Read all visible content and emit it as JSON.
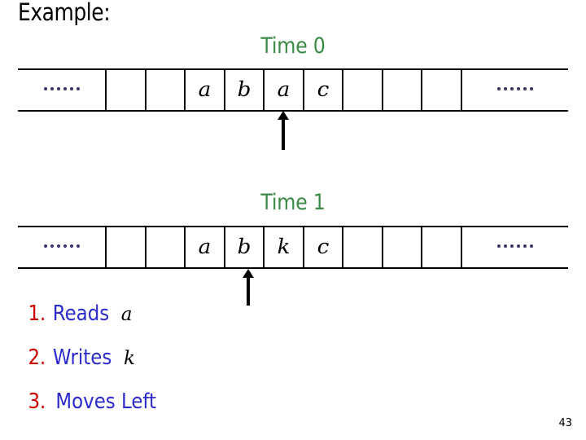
{
  "slide": {
    "title": "Example:",
    "page_number": "43",
    "colors": {
      "title": "#000000",
      "time_caption": "#3c8a47",
      "step_number": "#cc0000",
      "step_text": "#2b2bcc",
      "tape_border": "#000000",
      "ellipsis_dot": "#33336b",
      "symbol": "#000000"
    }
  },
  "tapes": [
    {
      "caption": "Time 0",
      "head_cell_index": 6,
      "cells": [
        {
          "type": "ellipsis",
          "symbol": "……"
        },
        {
          "type": "blank",
          "symbol": ""
        },
        {
          "type": "blank",
          "symbol": ""
        },
        {
          "type": "symbol",
          "symbol": "a"
        },
        {
          "type": "symbol",
          "symbol": "b"
        },
        {
          "type": "symbol",
          "symbol": "a"
        },
        {
          "type": "symbol",
          "symbol": "c"
        },
        {
          "type": "blank",
          "symbol": ""
        },
        {
          "type": "blank",
          "symbol": ""
        },
        {
          "type": "blank",
          "symbol": ""
        },
        {
          "type": "ellipsis",
          "symbol": "……"
        }
      ]
    },
    {
      "caption": "Time 1",
      "head_cell_index": 5,
      "cells": [
        {
          "type": "ellipsis",
          "symbol": "……"
        },
        {
          "type": "blank",
          "symbol": ""
        },
        {
          "type": "blank",
          "symbol": ""
        },
        {
          "type": "symbol",
          "symbol": "a"
        },
        {
          "type": "symbol",
          "symbol": "b"
        },
        {
          "type": "symbol",
          "symbol": "k"
        },
        {
          "type": "symbol",
          "symbol": "c"
        },
        {
          "type": "blank",
          "symbol": ""
        },
        {
          "type": "blank",
          "symbol": ""
        },
        {
          "type": "blank",
          "symbol": ""
        },
        {
          "type": "ellipsis",
          "symbol": "……"
        }
      ]
    }
  ],
  "steps": [
    {
      "number": "1.",
      "text": "Reads",
      "symbol": "a"
    },
    {
      "number": "2.",
      "text": "Writes",
      "symbol": "k"
    },
    {
      "number": "3.",
      "text": "Moves Left",
      "symbol": ""
    }
  ]
}
